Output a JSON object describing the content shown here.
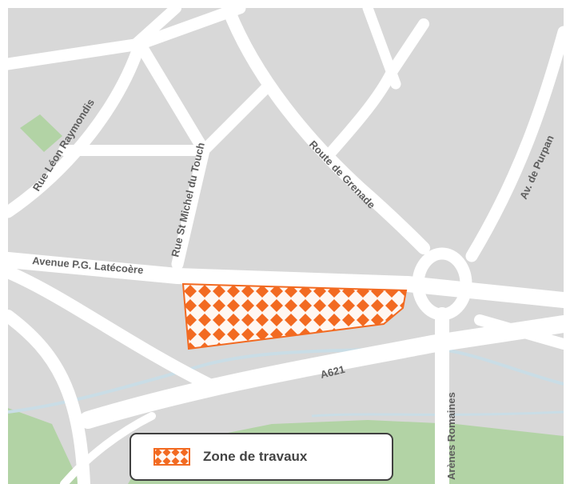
{
  "map": {
    "colors": {
      "background": "#d8d8d8",
      "road": "#ffffff",
      "park": "#b2d3a5",
      "river": "#c9dde6",
      "work_zone": "#f26a21",
      "work_zone_fill": "#fff7f2",
      "label": "#5e5e5e"
    },
    "labels": {
      "rue_leon_raymondis": "Rue Léon Raymondis",
      "rue_st_michel": "Rue St Michel du Touch",
      "route_de_grenade": "Route de Grenade",
      "av_de_purpan": "Av. de Purpan",
      "avenue_latecoere": "Avenue P.G. Latécoère",
      "a621": "A621",
      "arenes_romaines": "Arènes Romaines"
    }
  },
  "legend": {
    "label": "Zone de travaux",
    "swatch_icon": "orange-diamond-pattern-icon"
  }
}
